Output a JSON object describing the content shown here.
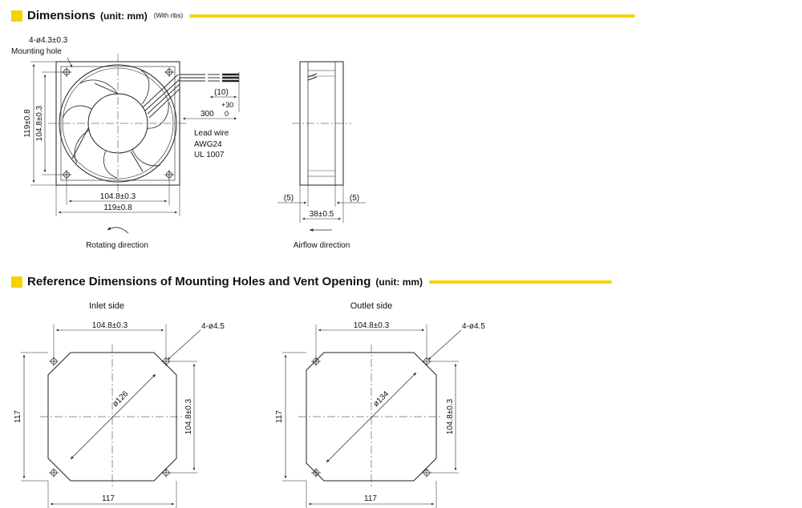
{
  "section1": {
    "title": "Dimensions",
    "unit": "(unit: mm)",
    "note": "(With ribs)",
    "accent_color": "#f4d400"
  },
  "front_view": {
    "mounting_hole_spec": "4-ø4.3±0.3",
    "mounting_hole_label": "Mounting hole",
    "left_outer_dim": "119±0.8",
    "left_inner_dim": "104.8±0.3",
    "bottom_inner_dim": "104.8±0.3",
    "bottom_outer_dim": "119±0.8",
    "rotation_label": "Rotating direction"
  },
  "lead_wire": {
    "strip_length": "(10)",
    "tolerance_upper": "+30",
    "tolerance_lower": "0",
    "length": "300",
    "label": "Lead wire",
    "gauge": "AWG24",
    "standard": "UL 1007"
  },
  "side_view": {
    "left_margin": "(5)",
    "right_margin": "(5)",
    "depth_dim": "38±0.5",
    "airflow_label": "Airflow direction"
  },
  "section2": {
    "title": "Reference Dimensions of Mounting Holes and Vent Opening",
    "unit": "(unit: mm)"
  },
  "inlet": {
    "label": "Inlet side",
    "pitch_top": "104.8±0.3",
    "hole_spec": "4-ø4.5",
    "diameter": "ø126",
    "pitch_right": "104.8±0.3",
    "height": "117",
    "width": "117"
  },
  "outlet": {
    "label": "Outlet side",
    "pitch_top": "104.8±0.3",
    "hole_spec": "4-ø4.5",
    "diameter": "ø134",
    "pitch_right": "104.8±0.3",
    "height": "117",
    "width": "117"
  }
}
